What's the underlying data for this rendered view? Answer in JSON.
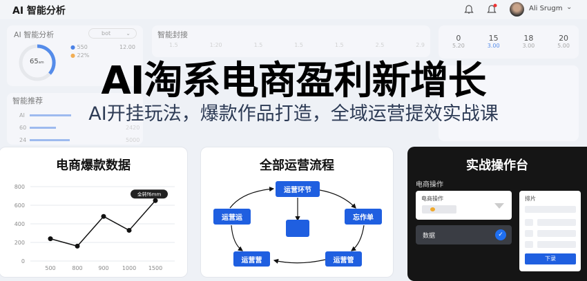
{
  "header": {
    "title": "AI 智能分析",
    "user": "Ali Srugm",
    "icons": [
      "bell-icon",
      "bell-notification-icon",
      "avatar",
      "chevron-down-icon"
    ]
  },
  "panel_analysis": {
    "title": "AI 智能分析",
    "dropdown": "bot",
    "donut_value": "65",
    "donut_unit": "am",
    "legend": [
      {
        "value": "550",
        "right": "12.00",
        "color": "#2f6fe4"
      },
      {
        "value": "22%",
        "right": "",
        "color": "#f2a33a"
      }
    ]
  },
  "panel_feng": {
    "title": "智能封接",
    "ticks": [
      "1.5",
      "1:20",
      "1.5",
      "1.5",
      "1.5",
      "2.5",
      "2.9"
    ]
  },
  "panel_stats": {
    "items": [
      {
        "n": "0",
        "s": "5.20"
      },
      {
        "n": "15",
        "s": "3.00"
      },
      {
        "n": "18",
        "s": "3.00"
      },
      {
        "n": "20",
        "s": "5.00"
      }
    ]
  },
  "panel_recommend": {
    "title": "智能推荐",
    "rows": [
      {
        "label": "AI",
        "value": ""
      },
      {
        "label": "60",
        "value": "2420"
      },
      {
        "label": "24",
        "value": "5000"
      }
    ]
  },
  "hero": {
    "title": "AI淘系电商盈利新增长",
    "subtitle": "AI开挂玩法，爆款作品打造，全域运营提效实战课"
  },
  "chart_card": {
    "title": "电商爆款数据",
    "tooltip": "全转f6mm"
  },
  "chart_data": {
    "type": "line",
    "categories": [
      "500",
      "800",
      "900",
      "1000",
      "1500"
    ],
    "values": [
      240,
      160,
      480,
      330,
      650
    ],
    "yticks": [
      "800",
      "600",
      "400",
      "200",
      "0"
    ],
    "ylim": [
      0,
      800
    ],
    "grid": true,
    "color": "#111111"
  },
  "flow_card": {
    "title": "全部运营流程",
    "nodes": [
      "运营环节",
      "运营运",
      "忘作单",
      "运营营",
      "运营管"
    ]
  },
  "ops_card": {
    "title": "实战操作台",
    "section": "电商操作",
    "item_card": "电商操作",
    "data_row": "数据",
    "side_title": "排片",
    "button": "下录",
    "accent": "#1f5fe0"
  }
}
